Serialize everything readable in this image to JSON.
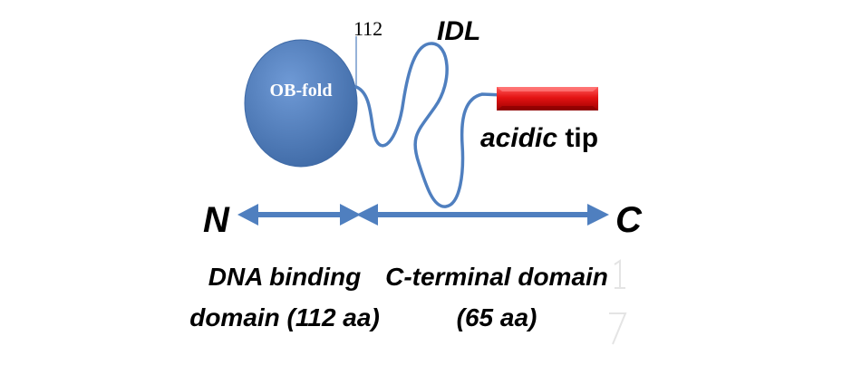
{
  "diagram": {
    "ob_fold_label": "OB-fold",
    "residue_marker": "112",
    "idl_label": "IDL",
    "acidic_tip": {
      "italic_part": "acidic",
      "regular_part": " tip"
    },
    "n_terminus": "N",
    "c_terminus": "C",
    "dna_binding_domain": {
      "line1": "DNA binding",
      "line2": "domain (112 aa)"
    },
    "c_terminal_domain": {
      "line1": "C-terminal domain",
      "line2": "(65 aa)"
    }
  },
  "colors": {
    "domain_blue": "#4f7fbf",
    "domain_edge": "#3f6aa6",
    "acidic_tip_red": "#e01010",
    "text": "#000000"
  }
}
